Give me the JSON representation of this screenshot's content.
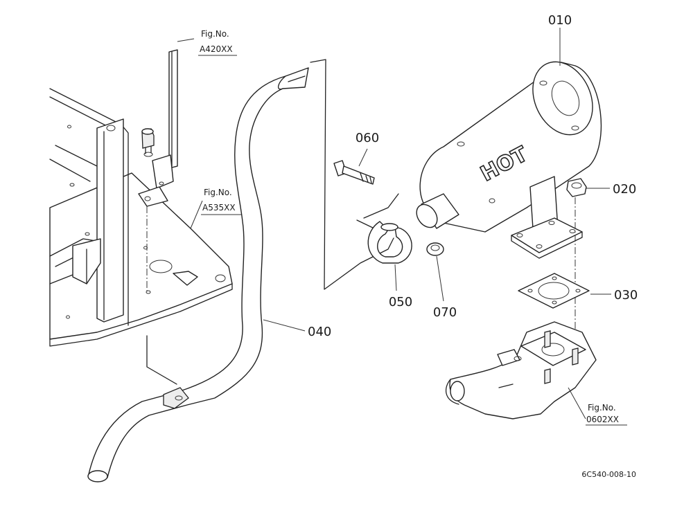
{
  "parts": [
    {
      "id": "p010",
      "label": "010"
    },
    {
      "id": "p020",
      "label": "020"
    },
    {
      "id": "p030",
      "label": "030"
    },
    {
      "id": "p040",
      "label": "040"
    },
    {
      "id": "p050",
      "label": "050"
    },
    {
      "id": "p060",
      "label": "060"
    },
    {
      "id": "p070",
      "label": "070"
    }
  ],
  "figure_refs": [
    {
      "line1": "Fig.No.",
      "line2": "A420XX"
    },
    {
      "line1": "Fig.No.",
      "line2": "A535XX"
    },
    {
      "line1": "Fig.No.",
      "line2": "0602XX"
    }
  ],
  "decal_text": "HOT",
  "drawing_code": "6C540-008-10"
}
